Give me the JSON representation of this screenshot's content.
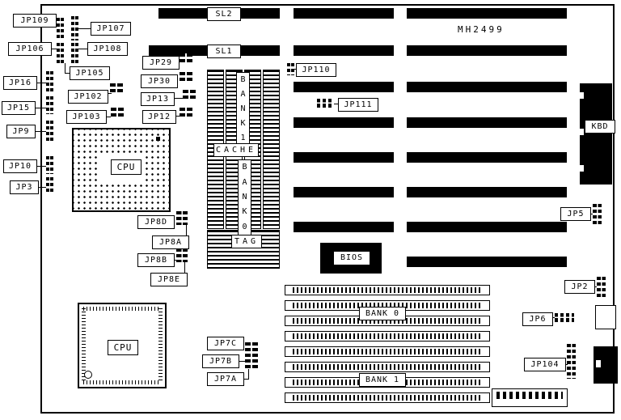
{
  "board": {
    "model": "MH2499",
    "bg_color": "#ffffff",
    "line_color": "#000000"
  },
  "labels": {
    "sl2": "SL2",
    "sl1": "SL1",
    "jp109": "JP109",
    "jp107": "JP107",
    "jp106": "JP106",
    "jp108": "JP108",
    "jp105": "JP105",
    "jp16": "JP16",
    "jp102": "JP102",
    "jp15": "JP15",
    "jp103": "JP103",
    "jp9": "JP9",
    "jp10": "JP10",
    "jp3": "JP3",
    "jp29": "JP29",
    "jp30": "JP30",
    "jp13": "JP13",
    "jp12": "JP12",
    "jp110": "JP110",
    "jp111": "JP111",
    "jp8d": "JP8D",
    "jp8a": "JP8A",
    "jp8b": "JP8B",
    "jp8e": "JP8E",
    "jp7c": "JP7C",
    "jp7b": "JP7B",
    "jp7a": "JP7A",
    "jp5": "JP5",
    "jp2": "JP2",
    "jp6": "JP6",
    "jp104": "JP104",
    "kbd": "KBD",
    "bios": "BIOS",
    "cpu_top": "CPU",
    "cpu_bottom": "CPU",
    "cache": "CACHE",
    "tag": "TAG",
    "bank0_simm": "BANK 0",
    "bank1_simm": "BANK 1"
  },
  "vertical_labels": {
    "bank1": [
      "B",
      "A",
      "N",
      "K",
      "1"
    ],
    "bank0": [
      "B",
      "A",
      "N",
      "K",
      "0"
    ]
  }
}
